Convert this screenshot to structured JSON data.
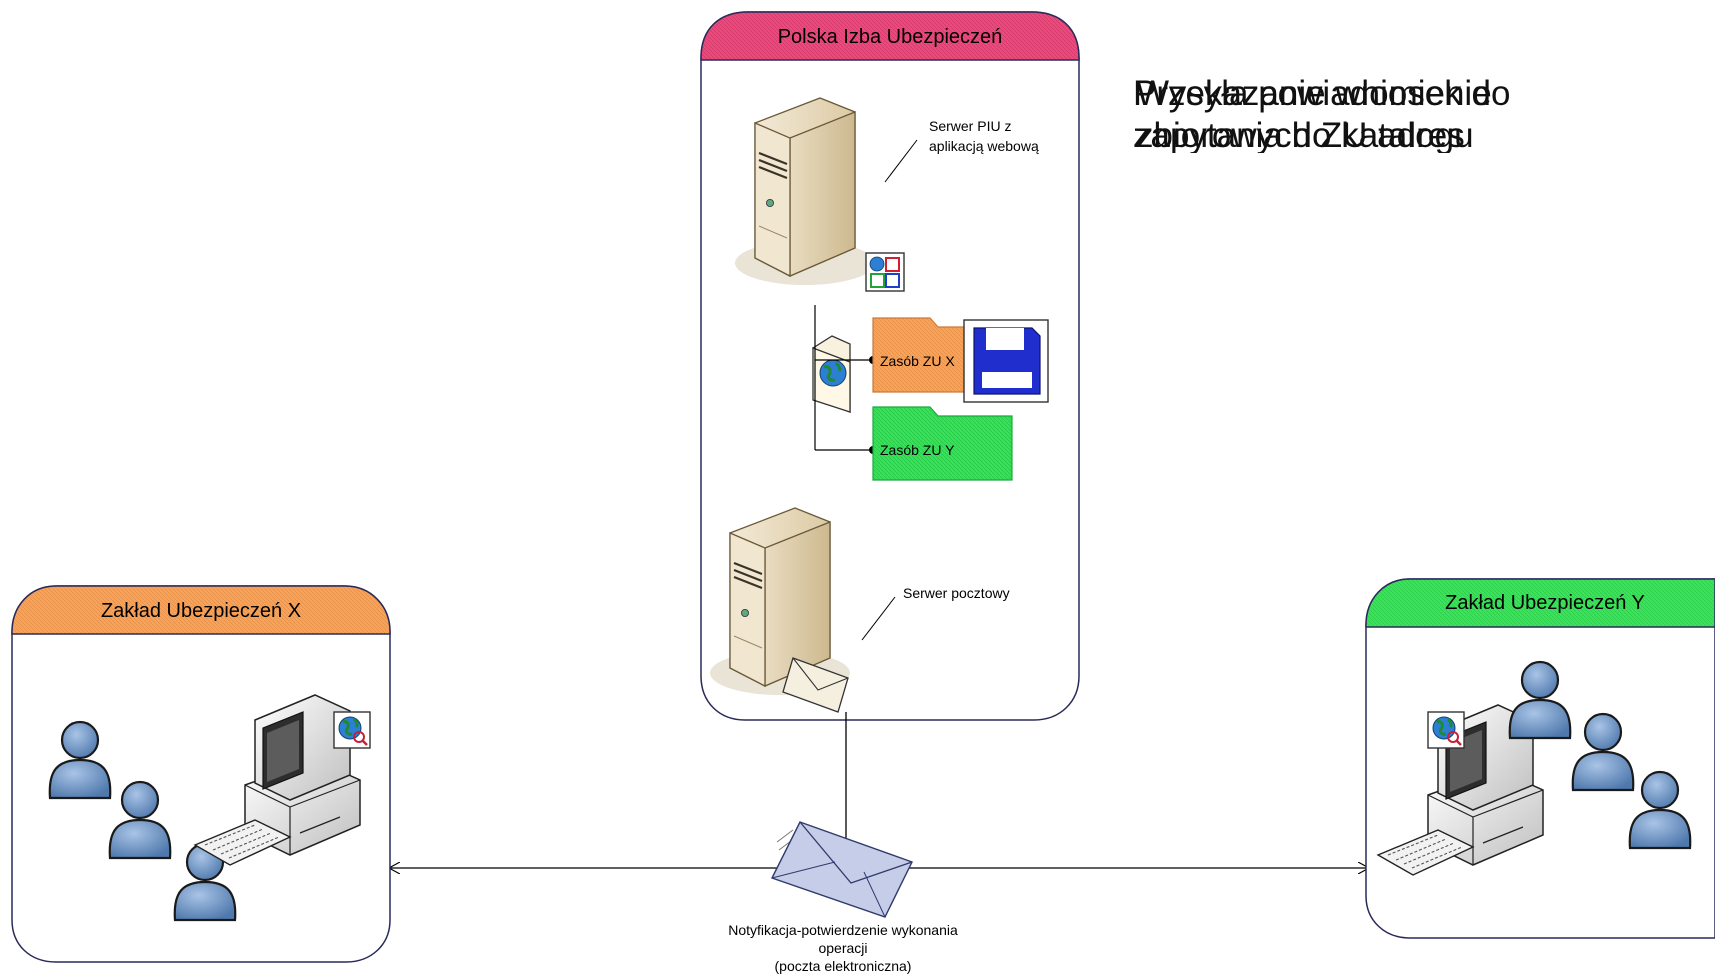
{
  "piu": {
    "title": "Polska Izba Ubezpieczeń",
    "header_color": "#e94b7c",
    "web_server_label_1": "Serwer PIU z",
    "web_server_label_2": "aplikacją webową",
    "resource_x": "Zasób ZU X",
    "resource_y": "Zasób ZU Y",
    "mail_server_label": "Serwer pocztowy"
  },
  "zu_x": {
    "title": "Zakład Ubezpieczeń X",
    "header_color": "#f7a35c"
  },
  "zu_y": {
    "title": "Zakład Ubezpieczeń Y",
    "header_color": "#39e05a"
  },
  "notification": {
    "line1": "Notyfikacja-potwierdzenie wykonania",
    "line2": "operacji",
    "line3": "(poczta elektroniczna)"
  },
  "overlapping_text": {
    "layer_a_line1": "Przekazanie wniosek do",
    "layer_a_line2": "zapytania do katalogu",
    "layer_b_line1": "Wysyła powiadomienie",
    "layer_b_line2": "zbiorowych ZU adres"
  },
  "colors": {
    "folder_x": "#f7a35c",
    "folder_y": "#39e05a",
    "floppy": "#1f2ecc",
    "person": "#6d96c9"
  }
}
